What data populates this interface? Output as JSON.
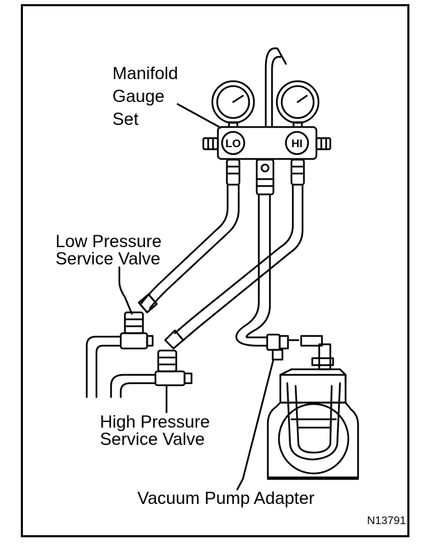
{
  "labels": {
    "manifold_line1": "Manifold",
    "manifold_line2": "Gauge",
    "manifold_line3": "Set",
    "low_line1": "Low Pressure",
    "low_line2": "Service Valve",
    "high_line1": "High Pressure",
    "high_line2": "Service Valve",
    "vacuum": "Vacuum Pump Adapter",
    "code": "N13791"
  },
  "gauge_text": {
    "lo": "LO",
    "hi": "HI"
  },
  "colors": {
    "ink": "#000000",
    "paper": "#ffffff"
  }
}
